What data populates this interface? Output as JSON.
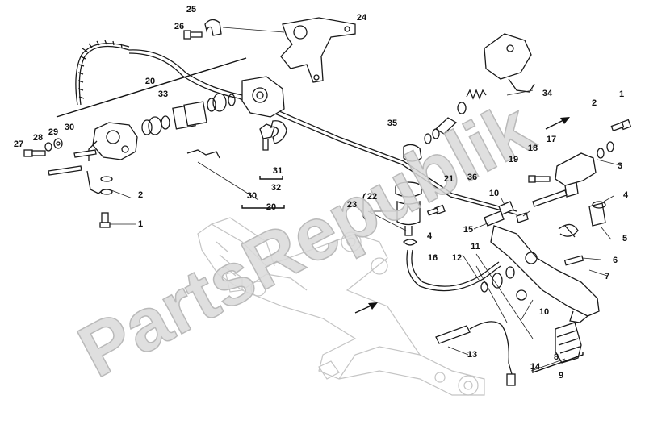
{
  "watermark": "PartsRepublik",
  "labels": {
    "l1a": "1",
    "l1b": "1",
    "l2a": "2",
    "l2b": "2",
    "l3": "3",
    "l4a": "4",
    "l4b": "4",
    "l5": "5",
    "l6": "6",
    "l7": "7",
    "l8": "8",
    "l9": "9",
    "l10a": "10",
    "l10b": "10",
    "l11": "11",
    "l12": "12",
    "l13": "13",
    "l14": "14",
    "l15": "15",
    "l16": "16",
    "l17": "17",
    "l18": "18",
    "l19": "19",
    "l20a": "20",
    "l20b": "20",
    "l21": "21",
    "l22": "22",
    "l23": "23",
    "l24": "24",
    "l25": "25",
    "l26": "26",
    "l27": "27",
    "l28": "28",
    "l29": "29",
    "l30a": "30",
    "l30b": "30",
    "l31": "31",
    "l32": "32",
    "l33": "33",
    "l34": "34",
    "l35": "35",
    "l36": "36"
  }
}
